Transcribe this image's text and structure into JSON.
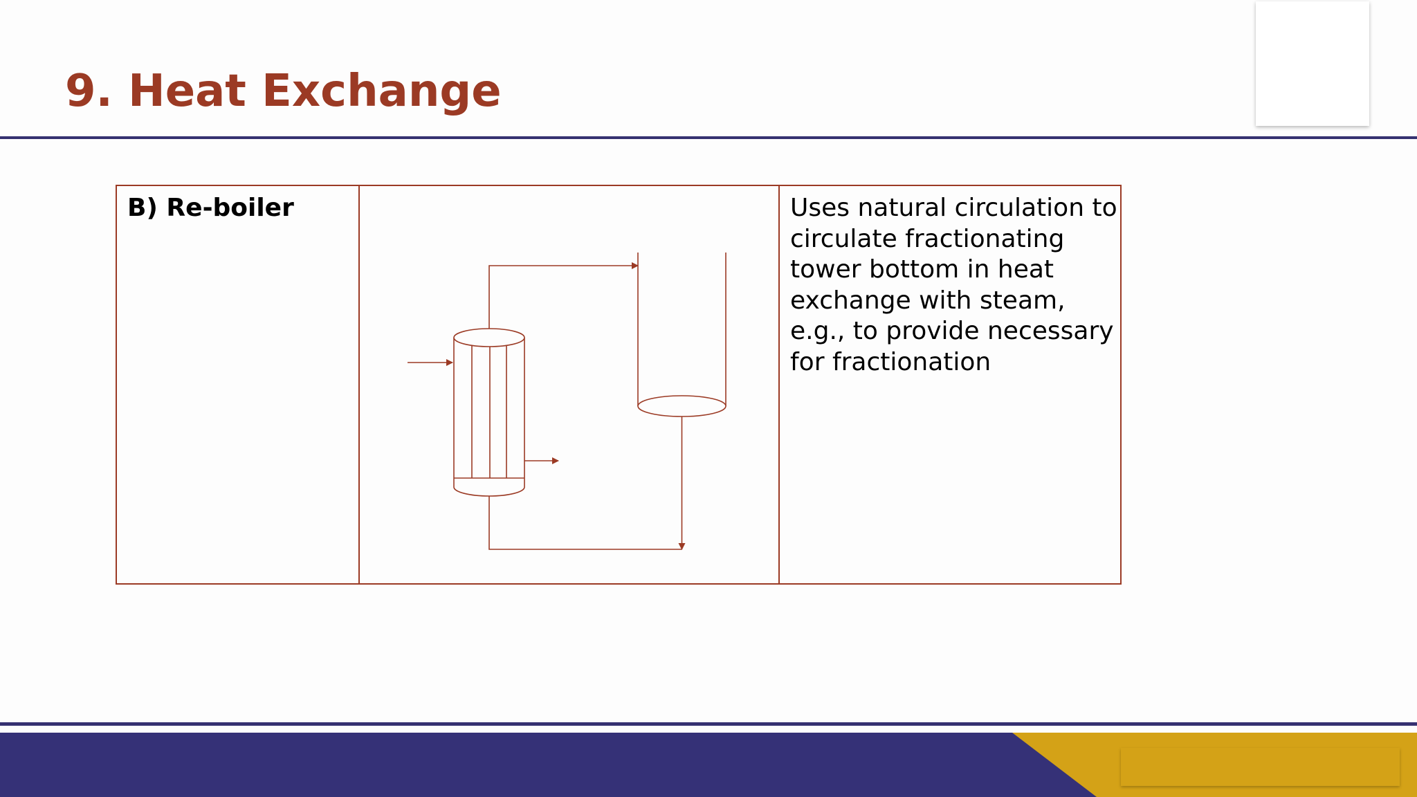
{
  "slide": {
    "title": "9. Heat Exchange"
  },
  "table": {
    "label": "B) Re-boiler",
    "description_lines": [
      "Uses natural circulation to",
      "circulate fractionating",
      "tower bottom in heat",
      "exchange with steam,",
      "e.g., to provide necessary",
      "for fractionation"
    ]
  },
  "colors": {
    "accent": "#9b3a24",
    "navy": "#353171",
    "gold": "#d4a217",
    "background": "#fdfdfd"
  },
  "icons": {
    "diagram": "reboiler-schematic"
  }
}
